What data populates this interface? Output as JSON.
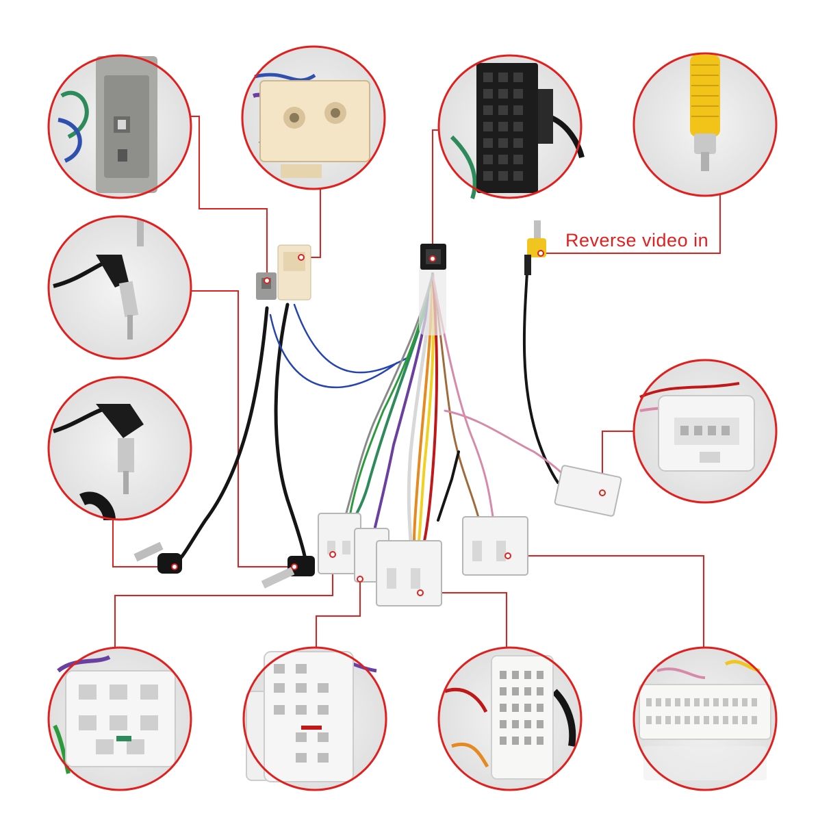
{
  "annotation": {
    "reverse_video_label": "Reverse video in",
    "accent_color": "#e0201f"
  },
  "callouts": [
    {
      "id": "iso-grey-antenna-plug",
      "icon": "grey-antenna-connector"
    },
    {
      "id": "beige-antenna-plug",
      "icon": "beige-two-pin-connector"
    },
    {
      "id": "iso-16-pin-head-unit-plug",
      "icon": "black-16-pin-connector"
    },
    {
      "id": "rca-reverse-video-plug",
      "icon": "yellow-rca-connector"
    },
    {
      "id": "fm-antenna-male-plug",
      "icon": "antenna-male-connector"
    },
    {
      "id": "angled-antenna-plug",
      "icon": "angled-antenna-connector"
    },
    {
      "id": "white-camera-connector",
      "icon": "white-small-connector"
    },
    {
      "id": "white-10-pin-connector-a",
      "icon": "white-10-pin-connector"
    },
    {
      "id": "white-10-pin-connector-b",
      "icon": "white-10-pin-connector"
    },
    {
      "id": "white-20-pin-connector",
      "icon": "white-20-pin-connector"
    },
    {
      "id": "white-28-pin-connector",
      "icon": "white-28-pin-connector"
    }
  ]
}
